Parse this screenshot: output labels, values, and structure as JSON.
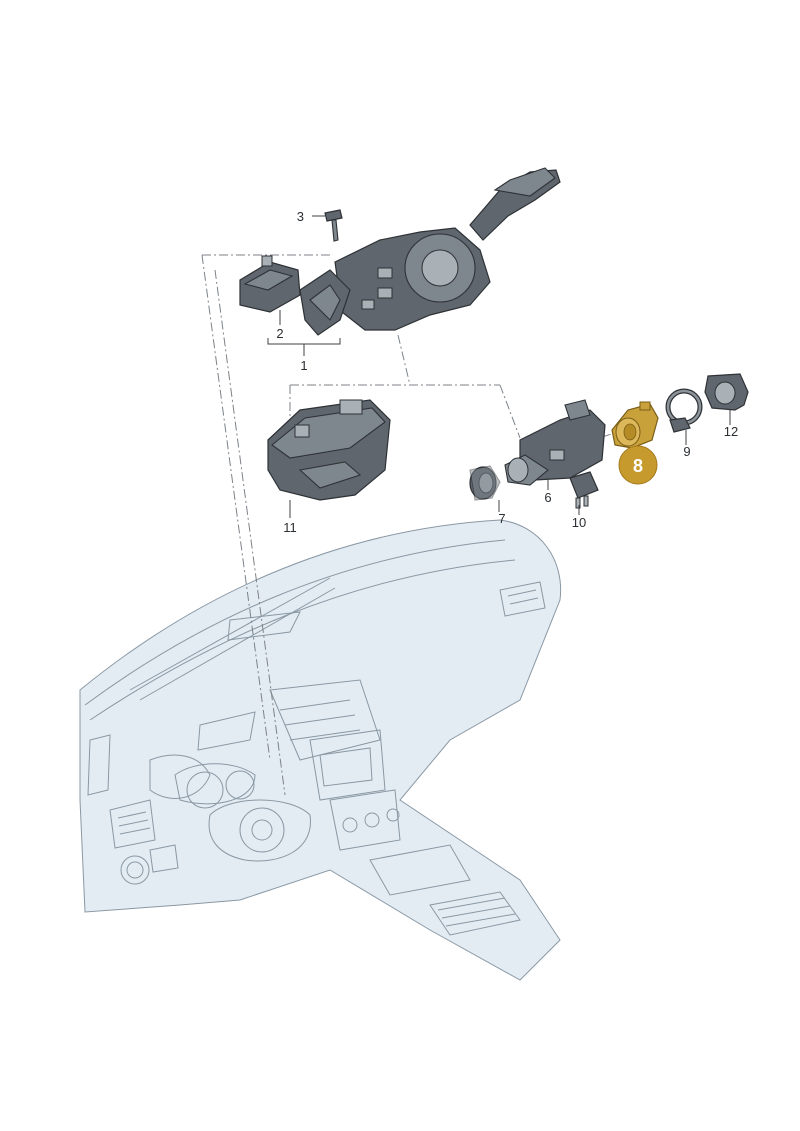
{
  "colors": {
    "highlight": "#c9a13b",
    "highlight_badge": "#c79a2e",
    "part_dark": "#5f666d",
    "dashboard_fill": "#e3ecf3",
    "dashboard_line": "#8a98a4"
  },
  "callouts": {
    "c1": "1",
    "c2": "2",
    "c3": "3",
    "c6": "6",
    "c7": "7",
    "c8": "8",
    "c9": "9",
    "c10": "10",
    "c11": "11",
    "c12": "12"
  }
}
